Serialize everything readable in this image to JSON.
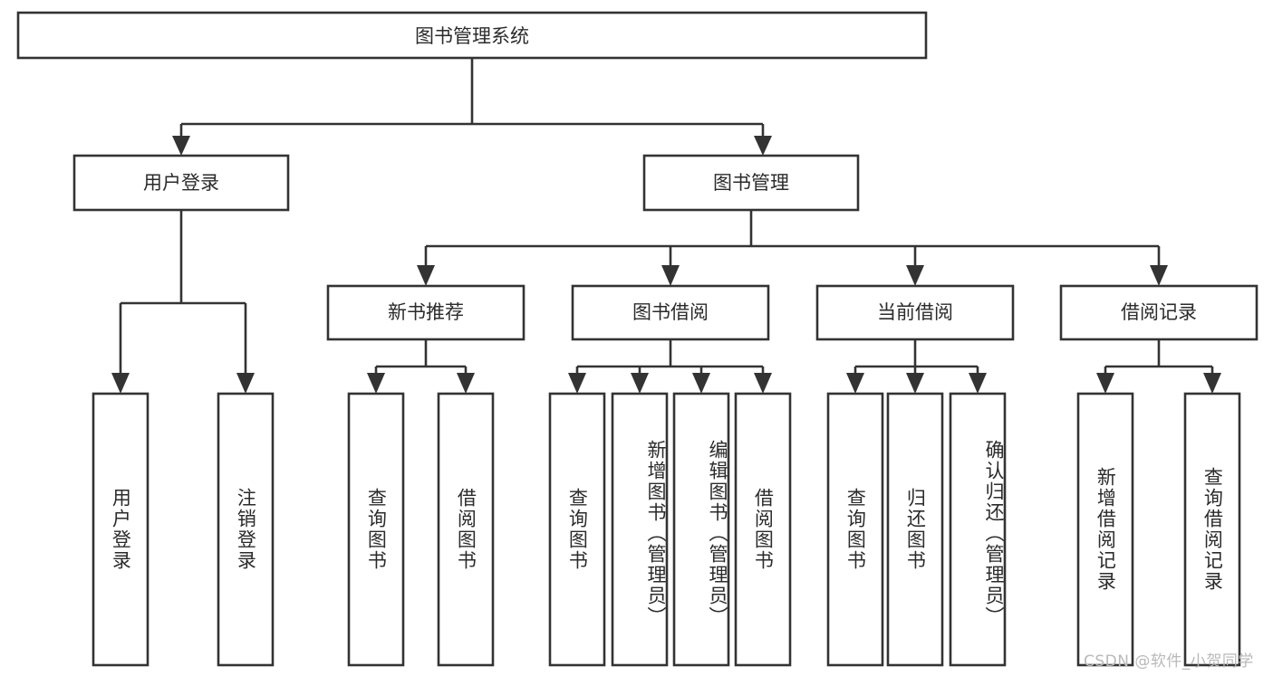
{
  "diagram": {
    "type": "tree-hierarchy",
    "title": "图书管理系统",
    "watermark": "CSDN @软件_小贺同学",
    "colors": {
      "stroke": "#333333",
      "box_fill": "#ffffff",
      "text": "#2b2b2b",
      "background": "#ffffff",
      "watermark": "#b9b9b9"
    },
    "levels": {
      "root": {
        "label": "图书管理系统"
      },
      "level2": [
        {
          "id": "user-login",
          "label": "用户登录"
        },
        {
          "id": "book-management",
          "label": "图书管理"
        }
      ],
      "level3": [
        {
          "id": "new-book-recommend",
          "label": "新书推荐",
          "parent": "book-management"
        },
        {
          "id": "book-borrow",
          "label": "图书借阅",
          "parent": "book-management"
        },
        {
          "id": "current-borrow",
          "label": "当前借阅",
          "parent": "book-management"
        },
        {
          "id": "borrow-record",
          "label": "借阅记录",
          "parent": "book-management"
        }
      ],
      "leaves": [
        {
          "id": "leaf-user-login",
          "label": "用户登录",
          "parent": "user-login"
        },
        {
          "id": "leaf-logout",
          "label": "注销登录",
          "parent": "user-login"
        },
        {
          "id": "leaf-query-book-1",
          "label": "查询图书",
          "parent": "new-book-recommend"
        },
        {
          "id": "leaf-borrow-book-1",
          "label": "借阅图书",
          "parent": "new-book-recommend"
        },
        {
          "id": "leaf-query-book-2",
          "label": "查询图书",
          "parent": "book-borrow"
        },
        {
          "id": "leaf-add-book",
          "label": "新增图书（管理员）",
          "parent": "book-borrow"
        },
        {
          "id": "leaf-edit-book",
          "label": "编辑图书（管理员）",
          "parent": "book-borrow"
        },
        {
          "id": "leaf-borrow-book-2",
          "label": "借阅图书",
          "parent": "book-borrow"
        },
        {
          "id": "leaf-query-book-3",
          "label": "查询图书",
          "parent": "current-borrow"
        },
        {
          "id": "leaf-return-book",
          "label": "归还图书",
          "parent": "current-borrow"
        },
        {
          "id": "leaf-confirm-return",
          "label": "确认归还（管理员）",
          "parent": "current-borrow"
        },
        {
          "id": "leaf-add-record",
          "label": "新增借阅记录",
          "parent": "borrow-record"
        },
        {
          "id": "leaf-query-record",
          "label": "查询借阅记录",
          "parent": "borrow-record"
        }
      ]
    }
  }
}
